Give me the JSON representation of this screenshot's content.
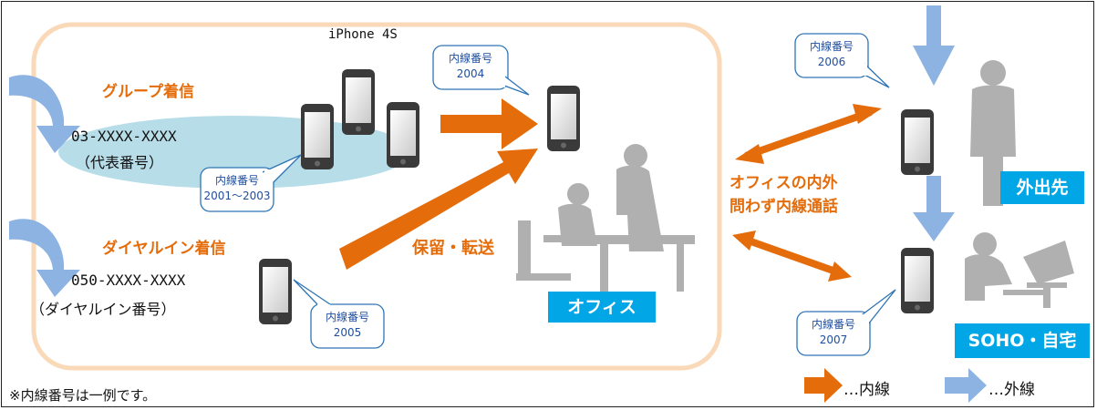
{
  "phone_model": "iPhone 4S",
  "group": {
    "label": "グループ着信",
    "number": "03-XXXX-XXXX",
    "number_note": "（代表番号）"
  },
  "dialin": {
    "label": "ダイヤルイン着信",
    "number": "050-XXXX-XXXX",
    "number_note": "（ダイヤルイン番号）"
  },
  "callouts": [
    {
      "title": "内線番号",
      "number": "2001～2003"
    },
    {
      "title": "内線番号",
      "number": "2004"
    },
    {
      "title": "内線番号",
      "number": "2005"
    },
    {
      "title": "内線番号",
      "number": "2006"
    },
    {
      "title": "内線番号",
      "number": "2007"
    }
  ],
  "hold_transfer": "保留・転送",
  "office_badge": "オフィス",
  "inout_line1": "オフィスの内外",
  "inout_line2": "問わず内線通話",
  "outside_badge": "外出先",
  "home_badge": "SOHO・自宅",
  "footnote": "※内線番号は一例です。",
  "legend": {
    "internal": "…内線",
    "external": "…外線"
  },
  "colors": {
    "orange": "#e46c0a",
    "blue": "#8db3e2",
    "badge": "#00a6e6",
    "frame": "#fad9b8",
    "ellipse": "#b7dde8"
  }
}
